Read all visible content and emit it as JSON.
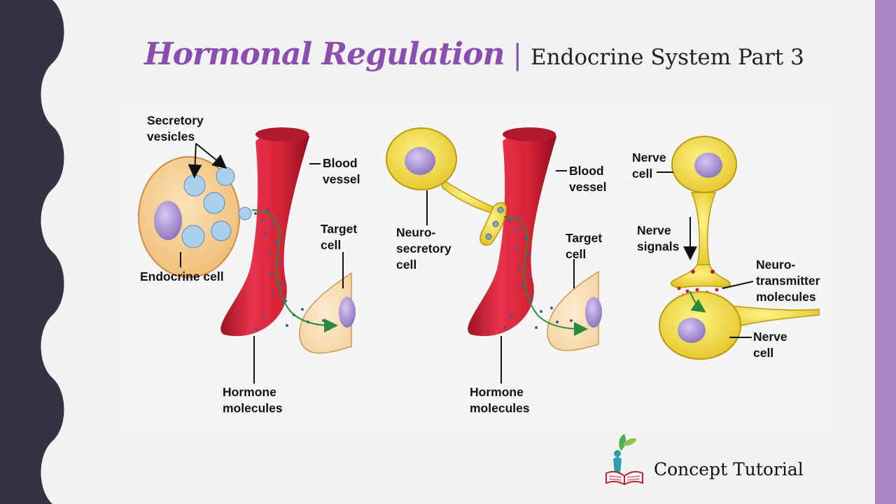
{
  "title": {
    "main": "Hormonal Regulation",
    "separator": "|",
    "subtitle": "Endocrine System Part 3"
  },
  "colors": {
    "left_band": "#353242",
    "right_band": "#a985c6",
    "title_accent": "#8a4db0",
    "vessel_red": "#d8283e",
    "nerve_yellow": "#f2da3a",
    "endocrine_cell": "#f6cc8a",
    "nucleus": "#a58fd0",
    "arrow_green": "#2b8a3a"
  },
  "panel1": {
    "secretory_vesicles": [
      "Secretory",
      "vesicles"
    ],
    "blood_vessel": [
      "Blood",
      "vessel"
    ],
    "target_cell": [
      "Target",
      "cell"
    ],
    "endocrine_cell": "Endocrine cell",
    "hormone_molecules": [
      "Hormone",
      "molecules"
    ]
  },
  "panel2": {
    "neurosecretory_cell": [
      "Neuro-",
      "secretory",
      "cell"
    ],
    "blood_vessel": [
      "Blood",
      "vessel"
    ],
    "target_cell": [
      "Target",
      "cell"
    ],
    "hormone_molecules": [
      "Hormone",
      "molecules"
    ]
  },
  "panel3": {
    "nerve_cell_top": [
      "Nerve",
      "cell"
    ],
    "nerve_signals": [
      "Nerve",
      "signals"
    ],
    "neurotransmitter": [
      "Neuro-",
      "transmitter",
      "molecules"
    ],
    "nerve_cell_bottom": [
      "Nerve",
      "cell"
    ]
  },
  "footer": {
    "logo_icon": "book-sprout-icon",
    "brand": "Concept Tutorial"
  }
}
